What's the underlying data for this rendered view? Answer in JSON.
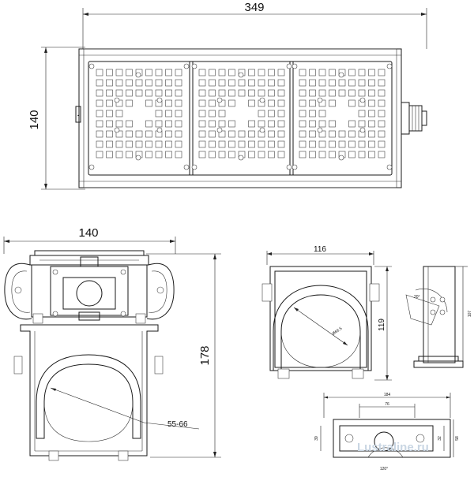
{
  "top_view": {
    "width_label": "349",
    "height_label": "140"
  },
  "front_view": {
    "width_label": "140",
    "height_label": "178",
    "clamp_label": "55-66"
  },
  "clamp_view": {
    "width_label": "116",
    "height_label": "119",
    "diameter_label": "Ø66.5"
  },
  "side_view": {
    "height_label": "107",
    "angle_label": "20°"
  },
  "base_view": {
    "outer_width_label": "184",
    "inner_width_label": "76",
    "angle_label": "120°",
    "dim_a": "32",
    "dim_b": "58",
    "dim_c": "39"
  },
  "watermark": {
    "brand": "Lustraline.ru"
  },
  "colors": {
    "line": "#1a1a1a",
    "watermark": "#c9d6e3"
  }
}
